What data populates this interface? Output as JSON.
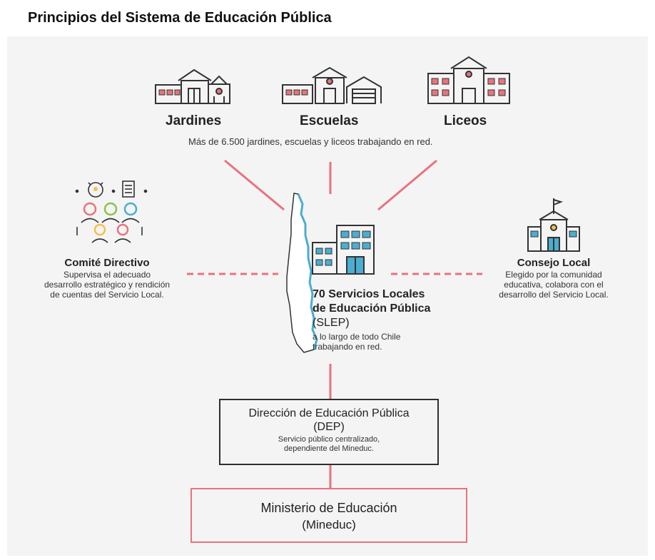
{
  "title": "Principios del Sistema de Educación Pública",
  "schools": {
    "jardines": "Jardines",
    "escuelas": "Escuelas",
    "liceos": "Liceos",
    "subtitle": "Más de 6.500 jardines, escuelas y liceos trabajando en red."
  },
  "comite": {
    "title": "Comité Directivo",
    "line1": "Supervisa el adecuado",
    "line2": "desarrollo estratégico y rendición",
    "line3": "de cuentas del Servicio Local."
  },
  "consejo": {
    "title": "Consejo Local",
    "line1": "Elegido por la comunidad",
    "line2": "educativa, colabora con el",
    "line3": "desarrollo del Servicio Local."
  },
  "slep": {
    "title_line1": "70 Servicios Locales",
    "title_line2": "de Educación Pública",
    "abbr": "(SLEP)",
    "sub_line1": "a lo largo de todo Chile",
    "sub_line2": "trabajando en red."
  },
  "dep": {
    "title": "Dirección de Educación Pública",
    "abbr": "(DEP)",
    "sub_line1": "Servicio público centralizado,",
    "sub_line2": "dependiente del Mineduc."
  },
  "ministerio": {
    "title": "Ministerio de Educación",
    "abbr": "(Mineduc)"
  },
  "colors": {
    "accent_pink": "#e8737e",
    "accent_blue": "#4aaed0",
    "dark_line": "#2f2f2f",
    "background": "#f4f4f4"
  }
}
